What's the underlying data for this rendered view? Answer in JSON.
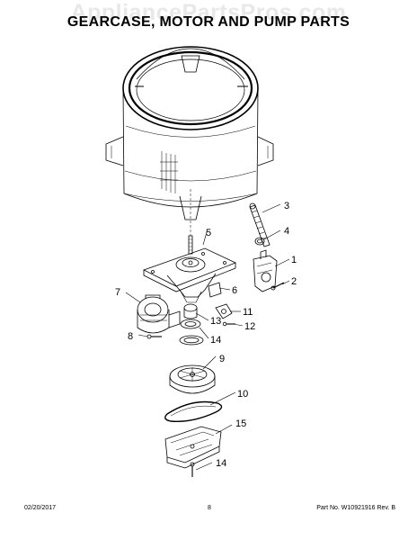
{
  "watermark": "AppliancePartsPros.com",
  "title": "GEARCASE, MOTOR AND PUMP PARTS",
  "callouts": [
    {
      "id": "1",
      "label": "1"
    },
    {
      "id": "2",
      "label": "2"
    },
    {
      "id": "3",
      "label": "3"
    },
    {
      "id": "4",
      "label": "4"
    },
    {
      "id": "5",
      "label": "5"
    },
    {
      "id": "6",
      "label": "6"
    },
    {
      "id": "7",
      "label": "7"
    },
    {
      "id": "8",
      "label": "8"
    },
    {
      "id": "9",
      "label": "9"
    },
    {
      "id": "10",
      "label": "10"
    },
    {
      "id": "11",
      "label": "11"
    },
    {
      "id": "12",
      "label": "12"
    },
    {
      "id": "13",
      "label": "13"
    },
    {
      "id": "14a",
      "label": "14"
    },
    {
      "id": "14b",
      "label": "14"
    },
    {
      "id": "15",
      "label": "15"
    }
  ],
  "footer": {
    "date": "02/20/2017",
    "page": "8",
    "part_number": "Part No. W10921916  Rev. B"
  }
}
